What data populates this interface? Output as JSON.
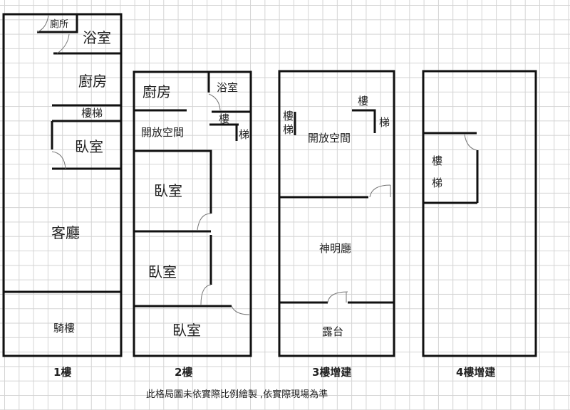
{
  "floors": [
    {
      "label": "1樓",
      "rooms": {
        "toilet": "廁所",
        "bath": "浴室",
        "kitchen": "廚房",
        "stairs": "樓梯",
        "bedroom": "臥室",
        "living": "客廳",
        "arcade": "騎樓"
      }
    },
    {
      "label": "2樓",
      "rooms": {
        "kitchen": "廚房",
        "bath": "浴室",
        "stair1": "樓",
        "stair2": "梯",
        "open": "開放空間",
        "bedroom1": "臥室",
        "bedroom2": "臥室",
        "bedroom3": "臥室"
      }
    },
    {
      "label": "3樓增建",
      "rooms": {
        "stairsLeft1": "樓",
        "stairsLeft2": "梯",
        "stair1": "樓",
        "stair2": "梯",
        "open": "開放空間",
        "shrine": "神明廳",
        "terrace": "露台"
      }
    },
    {
      "label": "4樓增建",
      "rooms": {
        "stair1": "樓",
        "stair2": "梯"
      }
    }
  ],
  "footnote": "此格局圖未依實際比例繪製 ,依實際現場為準"
}
